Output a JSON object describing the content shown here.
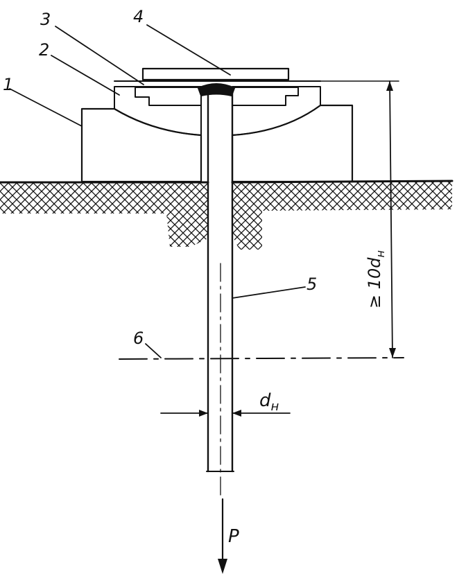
{
  "labels": {
    "part1": "1",
    "part2": "2",
    "part3": "3",
    "part4": "4",
    "part5": "5",
    "part6": "6",
    "diameter": "d",
    "diameter_sub": "н",
    "length": "≥ 10d",
    "length_sub": "н",
    "force": "P"
  },
  "colors": {
    "ink": "#111111",
    "paper": "#ffffff"
  }
}
